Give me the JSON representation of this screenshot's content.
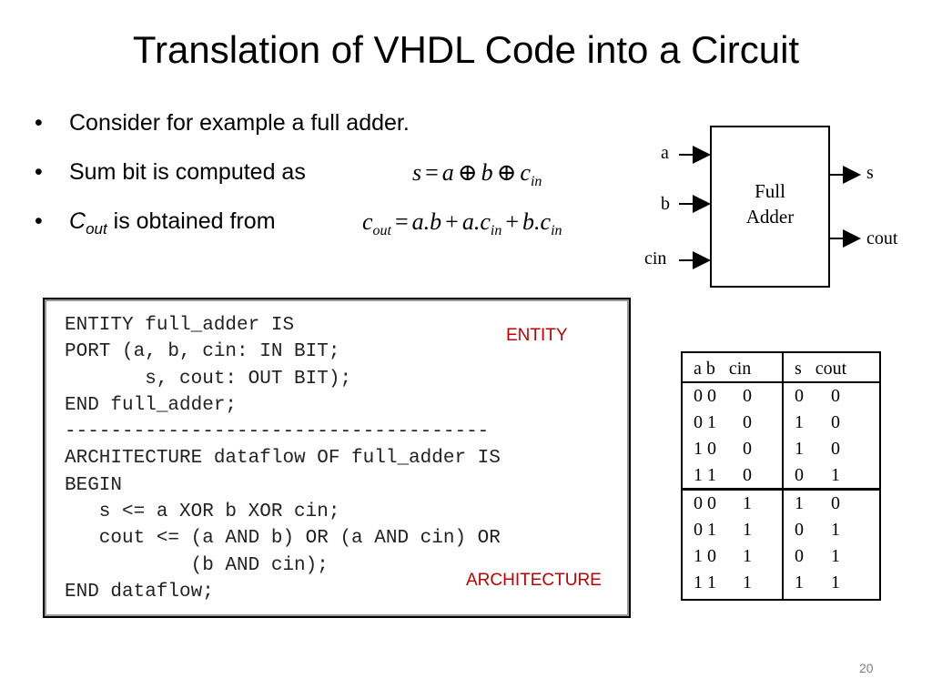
{
  "slide": {
    "title": "Translation of VHDL Code into a Circuit",
    "page_number": "20"
  },
  "bullets": [
    {
      "bullet": "•",
      "text": "Consider for example a full adder."
    },
    {
      "bullet": "•",
      "text": "Sum bit is computed as"
    },
    {
      "bullet": "•",
      "lead": "C",
      "lead_sub": "out",
      "text": " is obtained from"
    }
  ],
  "equations": {
    "sum": {
      "lhs": "s",
      "eq": "=",
      "a": "a",
      "xor1": "⊕",
      "b": "b",
      "xor2": "⊕",
      "c": "c",
      "c_sub": "in"
    },
    "cout": {
      "lhs": "c",
      "lhs_sub": "out",
      "eq": "=",
      "t1": "a.b",
      "p1": "+",
      "t2": "a.c",
      "t2_sub": "in",
      "p2": "+",
      "t3": "b.c",
      "t3_sub": "in"
    }
  },
  "diagram": {
    "block_line1": "Full",
    "block_line2": "Adder",
    "inputs": [
      "a",
      "b",
      "cin"
    ],
    "outputs": [
      "s",
      "cout"
    ]
  },
  "code": {
    "lines": [
      "ENTITY full_adder IS",
      "PORT (a, b, cin: IN BIT;",
      "       s, cout: OUT BIT);",
      "END full_adder;",
      "-------------------------------------",
      "ARCHITECTURE dataflow OF full_adder IS",
      "BEGIN",
      "   s <= a XOR b XOR cin;",
      "   cout <= (a AND b) OR (a AND cin) OR",
      "           (b AND cin);",
      "END dataflow;"
    ],
    "entity_label": "ENTITY",
    "architecture_label": "ARCHITECTURE"
  },
  "truth_table": {
    "header_inputs": "a b   cin",
    "header_outputs": "s   cout",
    "rows": [
      [
        "0 0",
        "0",
        "0",
        "0"
      ],
      [
        "0 1",
        "0",
        "1",
        "0"
      ],
      [
        "1 0",
        "0",
        "1",
        "0"
      ],
      [
        "1 1",
        "0",
        "0",
        "1"
      ],
      [
        "0 0",
        "1",
        "1",
        "0"
      ],
      [
        "0 1",
        "1",
        "0",
        "1"
      ],
      [
        "1 0",
        "1",
        "0",
        "1"
      ],
      [
        "1 1",
        "1",
        "1",
        "1"
      ]
    ]
  }
}
